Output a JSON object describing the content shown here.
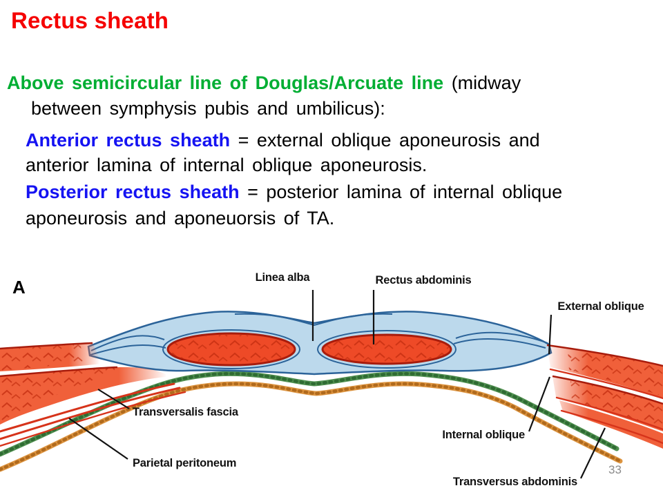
{
  "slide": {
    "title": "Rectus sheath",
    "page_number": "33"
  },
  "body": {
    "p1": {
      "highlight_green": "Above semicircular line of Douglas/Arcuate line",
      "rest": " (midway",
      "line2": "between symphysis pubis and umbilicus):"
    },
    "p2": {
      "term1_blue": "Anterior rectus sheath",
      "def1": " = external oblique aponeurosis and",
      "def1_line2": "anterior lamina of internal oblique aponeurosis.",
      "term2_blue": "Posterior rectus sheath",
      "def2": " = posterior lamina of internal oblique",
      "def2_line2": "aponeurosis and aponeuorsis of TA."
    }
  },
  "diagram": {
    "panel_label": "A",
    "labels": {
      "linea_alba": "Linea alba",
      "rectus_abdominis": "Rectus abdominis",
      "external_oblique": "External oblique",
      "transversalis_fascia": "Transversalis fascia",
      "parietal_peritoneum": "Parietal peritoneum",
      "internal_oblique": "Internal oblique",
      "transversus_abdominis": "Transversus abdominis"
    }
  },
  "colors": {
    "title_red": "#f50000",
    "term_green": "#00ae33",
    "term_blue": "#1513f2",
    "muscle_red": "#ee4a27",
    "muscle_orange": "#f0603a",
    "sheath_blue": "#bcd9ec",
    "sheath_outline": "#2b6399",
    "fascia_green": "#4f8f4f",
    "peritoneum_orange": "#dd9440",
    "page_gray": "#8a8a8a"
  }
}
